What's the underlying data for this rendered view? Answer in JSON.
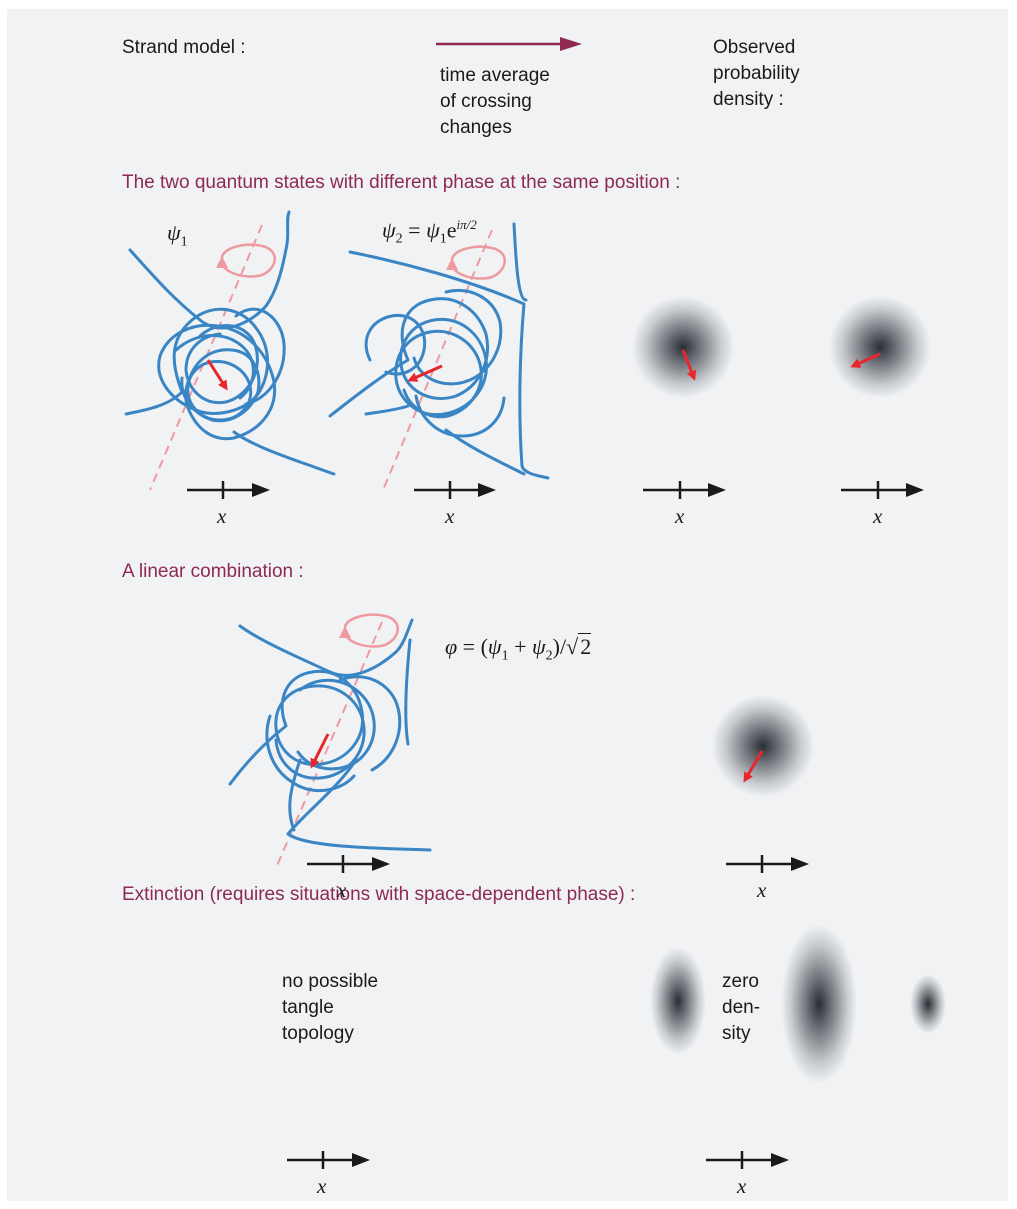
{
  "legend": {
    "strand_model": "Strand model :",
    "arrow_caption": [
      "time average",
      "of crossing",
      "changes"
    ],
    "observed": [
      "Observed",
      "probability",
      "density :"
    ]
  },
  "headings": {
    "phase": "The two quantum states with different phase at the same position :",
    "linear": "A linear combination :",
    "extinction": "Extinction (requires situations with space-dependent phase) :"
  },
  "formulas": {
    "psi1": {
      "sym": "ψ",
      "sub": "1"
    },
    "psi2": {
      "lhs": "ψ",
      "lhs_sub": "2",
      "eq": " = ",
      "rhs": "ψ",
      "rhs_sub": "1",
      "exp_base": "e",
      "exp": "iπ/2"
    },
    "phi": {
      "lhs": "φ",
      "eq": " = (",
      "a": "ψ",
      "a_sub": "1",
      "plus": " + ",
      "b": "ψ",
      "b_sub": "2",
      "close": ")/",
      "root": "√",
      "radicand": "2"
    }
  },
  "axis_label": "x",
  "extinction": {
    "no_tangle": [
      "no possible",
      "tangle",
      "topology"
    ],
    "zero_density": [
      "zero",
      "den-",
      "sity"
    ]
  },
  "colors": {
    "background": "#f0f2f4",
    "heading": "#8e2a52",
    "legend_arrow": "#8e2a52",
    "strand": "#3a85c4",
    "phase_arrow": "#e8262b",
    "rotation_axis": "#ee9aa0"
  }
}
